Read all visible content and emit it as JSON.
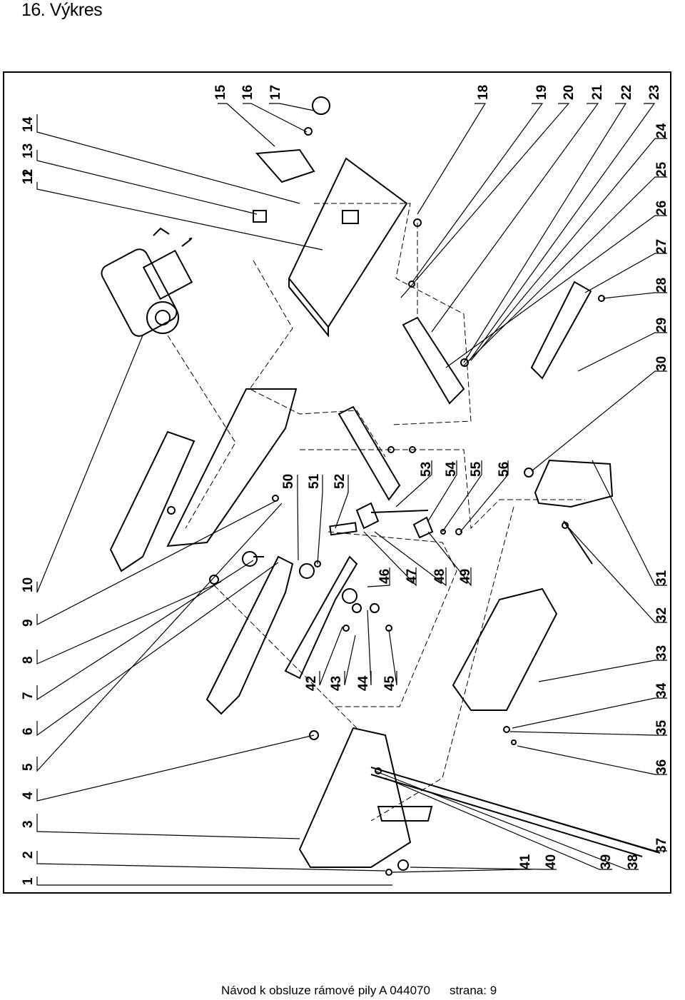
{
  "page": {
    "title": "16. Výkres",
    "footer_left": "Návod k obsluze rámové pily A 044070",
    "footer_right": "strana: 9"
  },
  "labels": {
    "top": [
      "15",
      "16",
      "17",
      "18",
      "19",
      "20",
      "21",
      "22",
      "23"
    ],
    "right": [
      "24",
      "25",
      "26",
      "27",
      "28",
      "29",
      "30",
      "31",
      "32",
      "33",
      "34",
      "35",
      "36",
      "37"
    ],
    "bottom": [
      "38",
      "39",
      "40",
      "41"
    ],
    "left": [
      "1",
      "2",
      "3",
      "4",
      "5",
      "6",
      "7",
      "8",
      "9",
      "10",
      "11",
      "12",
      "13",
      "14"
    ],
    "inner_upper": [
      "50",
      "51",
      "52",
      "53",
      "54",
      "55",
      "56"
    ],
    "inner_lower": [
      "42",
      "43",
      "44",
      "45",
      "46",
      "47",
      "48",
      "49"
    ]
  }
}
